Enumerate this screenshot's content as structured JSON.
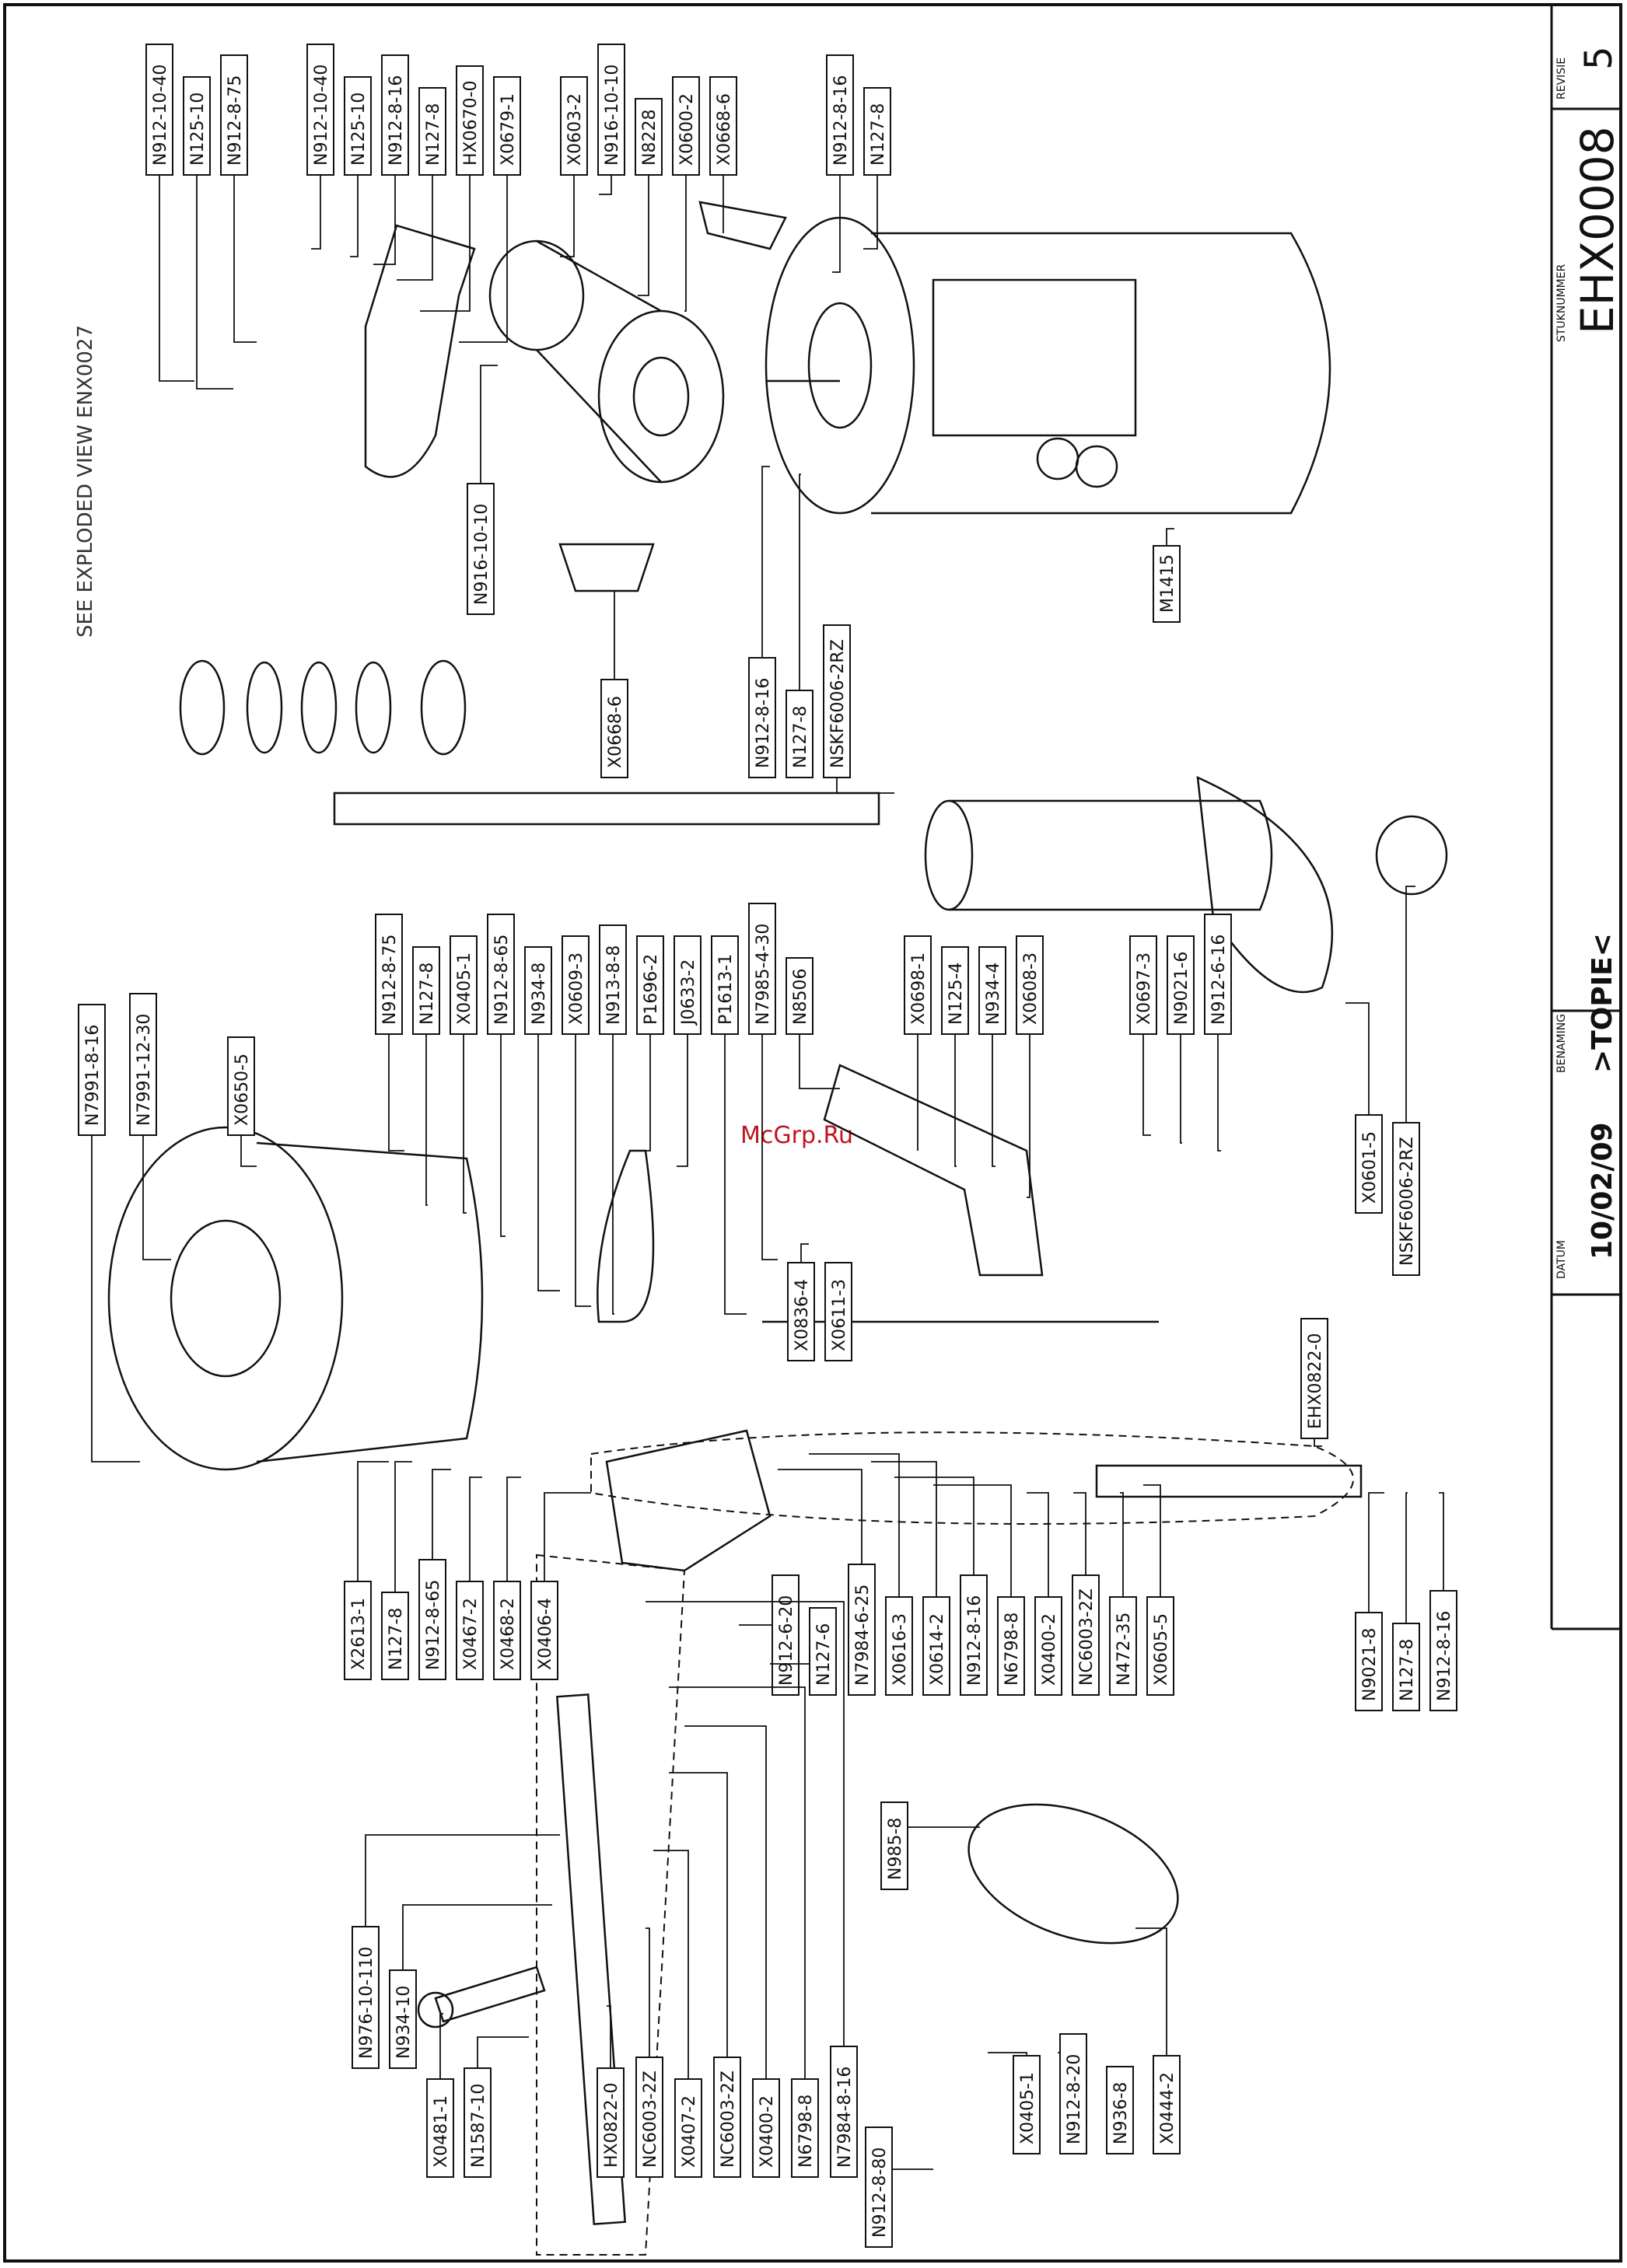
{
  "title_block": {
    "revisie_caption": "REVISIE",
    "revisie_value": "5",
    "stuknummer_caption": "STUKNUMMER",
    "stuknummer_value": "EHX0008",
    "benaming_caption": "BENAMING",
    "benaming_value": ">TOPIE<",
    "datum_caption": "DATUM",
    "datum_value": "10/02/09"
  },
  "note": "SEE EXPLODED VIEW ENX0027",
  "watermark": "McGrp.Ru",
  "labels": [
    "N912-10-40",
    "N125-10",
    "N912-8-75",
    "N912-10-40",
    "N125-10",
    "N912-8-16",
    "N127-8",
    "HX0670-0",
    "X0679-1",
    "X0603-2",
    "N916-10-10",
    "N8228",
    "X0600-2",
    "X0668-6",
    "N912-8-16",
    "N127-8",
    "N916-10-10",
    "X0668-6",
    "N912-8-16",
    "N127-8",
    "NSKF6006-2RZ",
    "M1415",
    "N7991-8-16",
    "N7991-12-30",
    "X0650-5",
    "N912-8-75",
    "N127-8",
    "X0405-1",
    "N912-8-65",
    "N934-8",
    "X0609-3",
    "N913-8-8",
    "P1696-2",
    "J0633-2",
    "P1613-1",
    "N7985-4-30",
    "N8506",
    "X0836-4",
    "X0611-3",
    "X0698-1",
    "N125-4",
    "N934-4",
    "X0608-3",
    "X0697-3",
    "N9021-6",
    "N912-6-16",
    "X0601-5",
    "NSKF6006-2RZ",
    "EHX0822-0",
    "X2613-1",
    "N127-8",
    "N912-8-65",
    "X0467-2",
    "X0468-2",
    "X0406-4",
    "N912-6-20",
    "N127-6",
    "N7984-6-25",
    "X0616-3",
    "X0614-2",
    "N912-8-16",
    "N6798-8",
    "X0400-2",
    "NC6003-2Z",
    "N472-35",
    "X0605-5",
    "N9021-8",
    "N127-8",
    "N912-8-16",
    "N976-10-110",
    "N934-10",
    "X0481-1",
    "N1587-10",
    "HX0822-0",
    "NC6003-2Z",
    "X0407-2",
    "NC6003-2Z",
    "X0400-2",
    "N6798-8",
    "N7984-8-16",
    "N985-8",
    "N912-8-80",
    "X0405-1",
    "N912-8-20",
    "N936-8",
    "X0444-2"
  ]
}
